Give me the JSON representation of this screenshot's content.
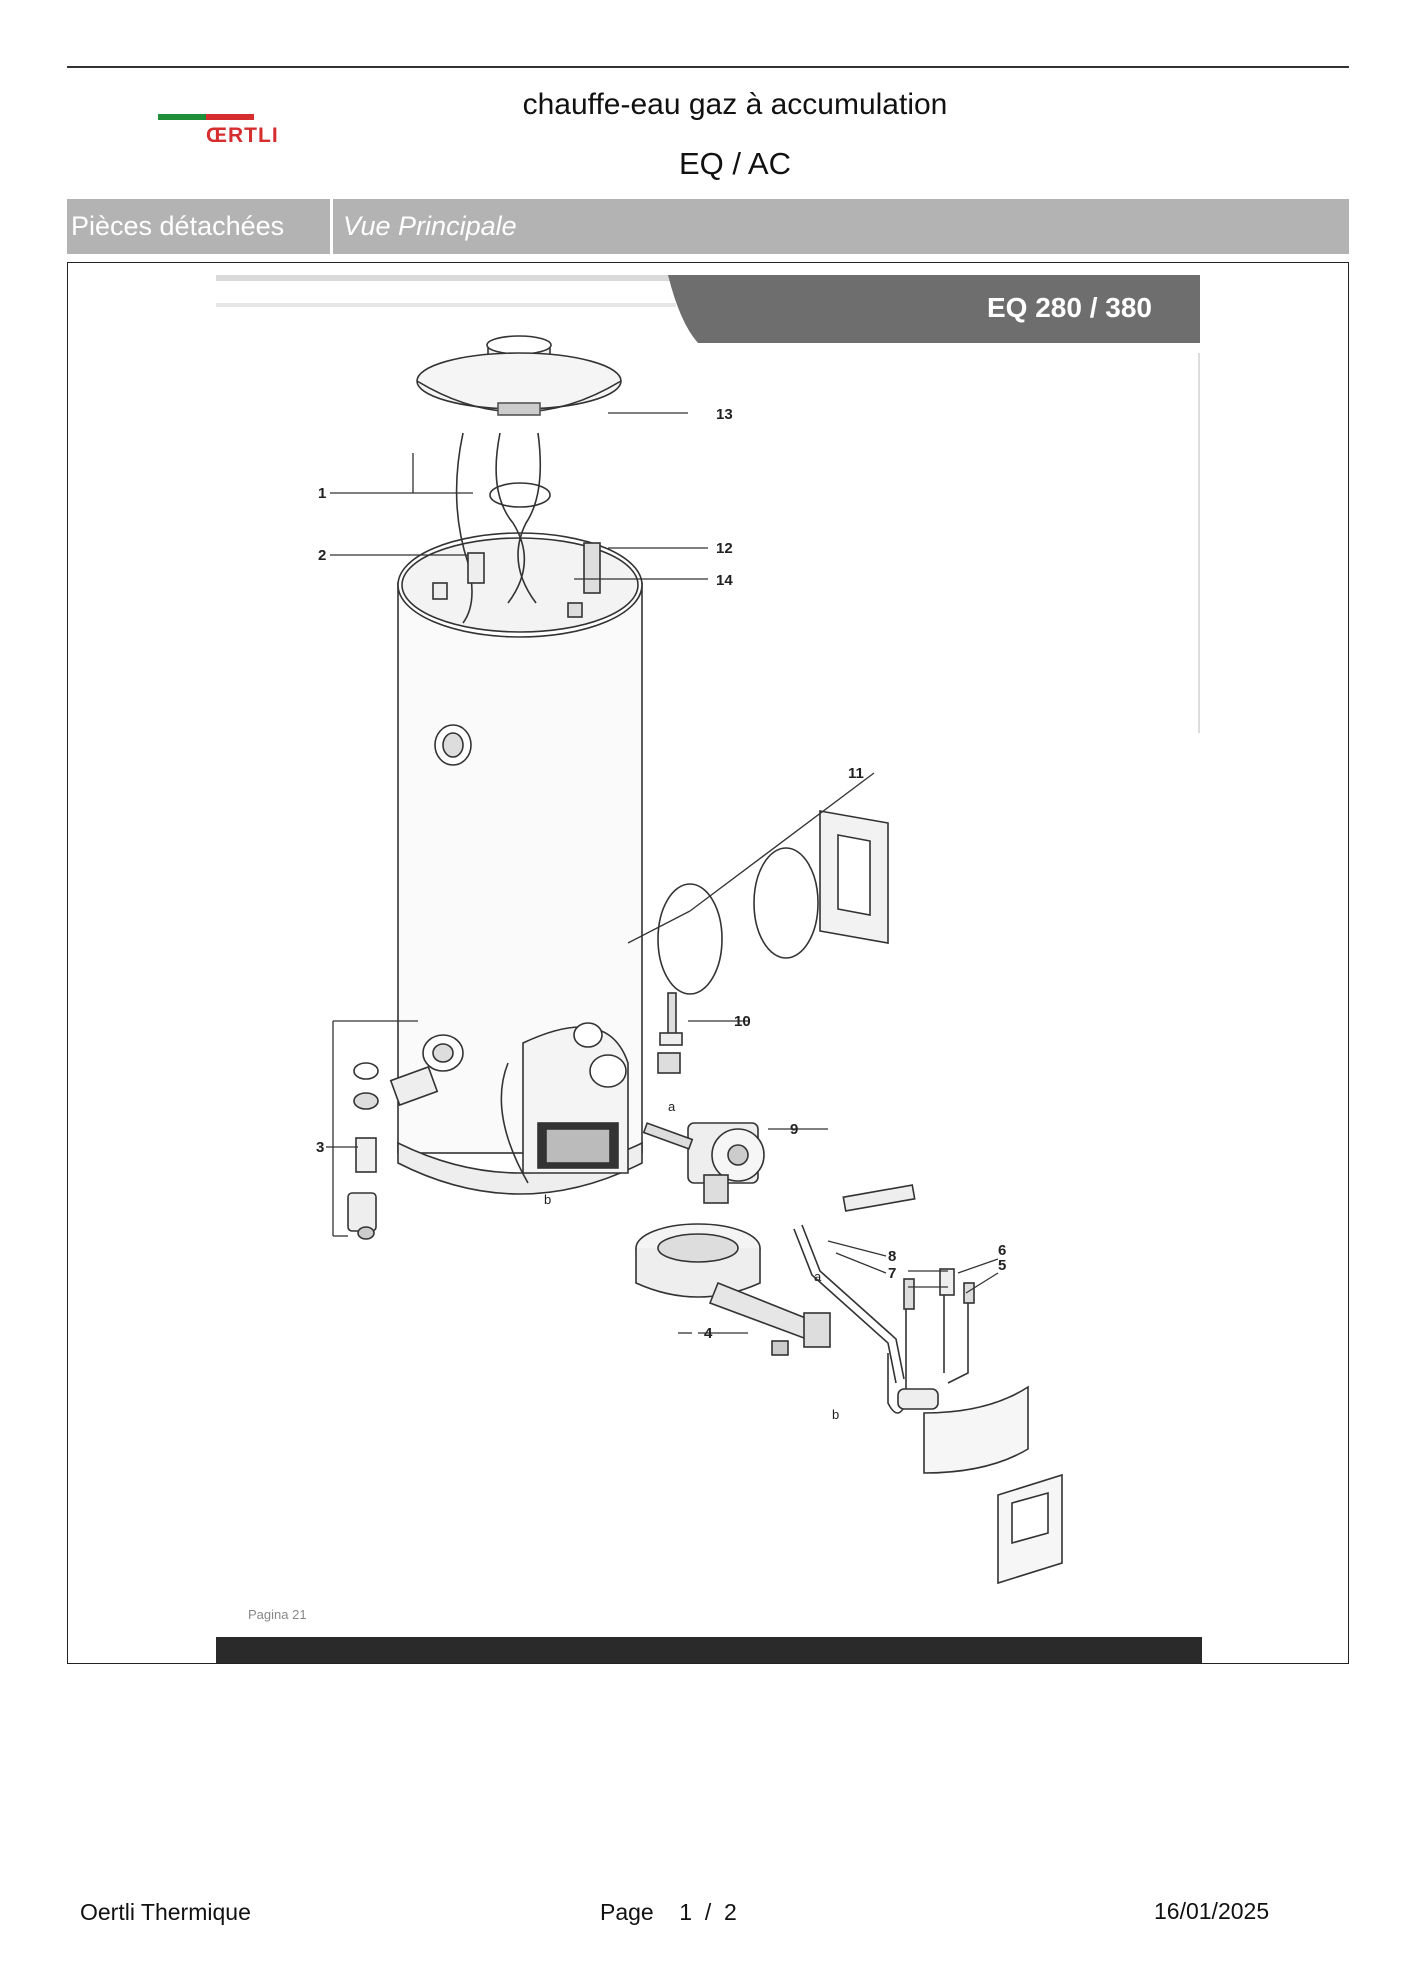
{
  "header": {
    "brand": "ŒRTLI",
    "title": "chauffe-eau gaz à accumulation",
    "model": "EQ / AC"
  },
  "section": {
    "label": "Pièces détachées",
    "view": "Vue Principale"
  },
  "drawing": {
    "banner": "EQ 280 / 380",
    "page_caption": "Pagina 21",
    "callouts": {
      "c1": "1",
      "c2": "2",
      "c3": "3",
      "c4": "4",
      "c5": "5",
      "c6": "6",
      "c7": "7",
      "c8": "8",
      "c9": "9",
      "c10": "10",
      "c11": "11",
      "c12": "12",
      "c13": "13",
      "c14": "14"
    },
    "letters": {
      "a1": "a",
      "a2": "a",
      "b1": "b",
      "b2": "b"
    }
  },
  "footer": {
    "company": "Oertli Thermique",
    "page": "Page    1  /  2",
    "date": "16/01/2025"
  },
  "colors": {
    "brand_red": "#d62e2e",
    "brand_green": "#1f8f3a",
    "section_gray": "#b3b3b3"
  }
}
